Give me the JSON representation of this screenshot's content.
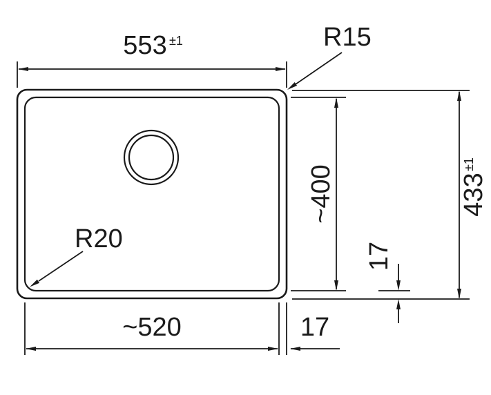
{
  "drawing": {
    "background_color": "#ffffff",
    "line_color": "#1a1a1a",
    "dims": {
      "overall_width": {
        "value": "553",
        "tolerance": "±1"
      },
      "overall_height": {
        "value": "433",
        "tolerance": "±1"
      },
      "bowl_width": {
        "value": "~520"
      },
      "bowl_height": {
        "value": "~400"
      },
      "rim_right": {
        "value": "17"
      },
      "rim_bottom": {
        "value": "17"
      },
      "outer_corner_radius": {
        "value": "R15"
      },
      "bowl_corner_radius": {
        "value": "R20"
      }
    }
  }
}
